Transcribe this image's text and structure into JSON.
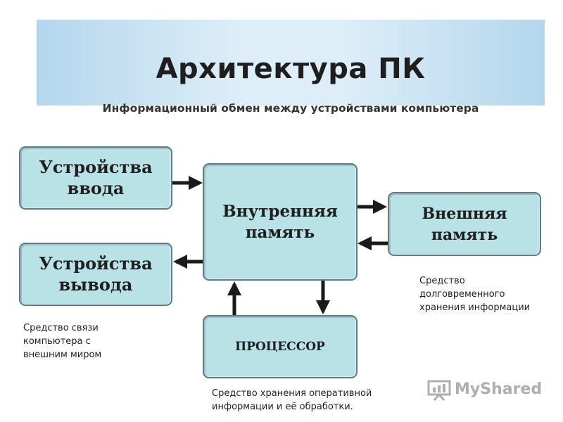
{
  "header": {
    "title": "Архитектура ПК",
    "subtitle": "Информационный обмен между устройствами компьютера"
  },
  "blocks": {
    "input_devices": "Устройства\nввода",
    "output_devices": "Устройства\nвывода",
    "internal_memory": "Внутренняя\nпамять",
    "external_memory": "Внешняя\nпамять",
    "processor": "ПРОЦЕССОР"
  },
  "captions": {
    "io_devices": "Средство связи\nкомпьютера с\nвнешним миром",
    "external_memory": "Средство\nдолговременного\nхранения информации",
    "internal_memory": "Средство хранения оперативной\nинформации  и её обработки."
  },
  "connections": [
    {
      "from": "input_devices",
      "to": "internal_memory"
    },
    {
      "from": "internal_memory",
      "to": "output_devices"
    },
    {
      "from": "internal_memory",
      "to": "external_memory"
    },
    {
      "from": "external_memory",
      "to": "internal_memory"
    },
    {
      "from": "internal_memory",
      "to": "processor"
    },
    {
      "from": "processor",
      "to": "internal_memory"
    }
  ],
  "watermark": {
    "text": "MyShared",
    "icon": "presentation-board-icon"
  },
  "colors": {
    "block_fill": "#b9e2e6",
    "block_border": "#5f7d82",
    "arrow": "#1a1a1a",
    "banner": "#b4d6ed"
  }
}
